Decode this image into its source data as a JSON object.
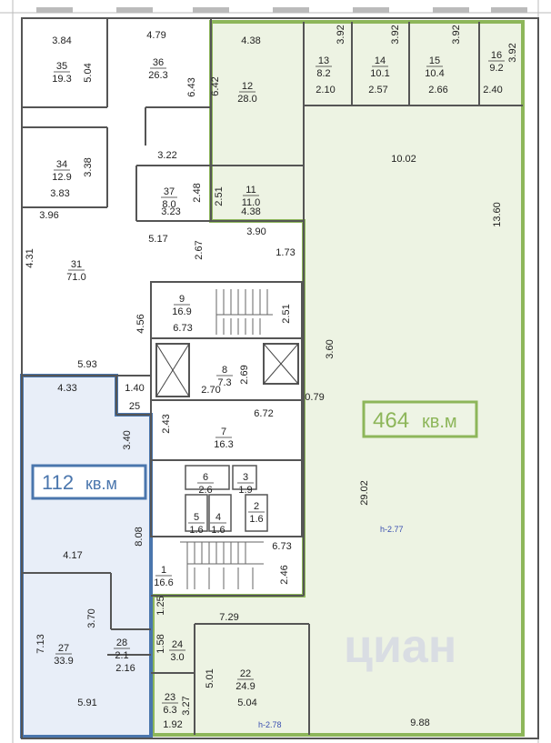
{
  "colors": {
    "green": "#8db65a",
    "green_fill": "#edf3e3",
    "blue": "#4a76ad",
    "blue_fill": "#e8eef8",
    "wall": "#555555"
  },
  "badges": {
    "green_total": "464",
    "green_unit": "кв.м",
    "blue_total": "112",
    "blue_unit": "кв.м"
  },
  "watermark": "циан",
  "rooms": [
    {
      "num": "35",
      "area": "19.3"
    },
    {
      "num": "36",
      "area": "26.3"
    },
    {
      "num": "12",
      "area": "28.0"
    },
    {
      "num": "13",
      "area": "8.2"
    },
    {
      "num": "14",
      "area": "10.1"
    },
    {
      "num": "15",
      "area": "10.4"
    },
    {
      "num": "16",
      "area": "9.2"
    },
    {
      "num": "34",
      "area": "12.9"
    },
    {
      "num": "37",
      "area": "8.0"
    },
    {
      "num": "11",
      "area": "11.0"
    },
    {
      "num": "31",
      "area": "71.0"
    },
    {
      "num": "9",
      "area": "16.9"
    },
    {
      "num": "8",
      "area": "7.3"
    },
    {
      "num": "7",
      "area": "16.3"
    },
    {
      "num": "6",
      "area": "2.6"
    },
    {
      "num": "3",
      "area": "1.9"
    },
    {
      "num": "5",
      "area": "1.6"
    },
    {
      "num": "4",
      "area": "1.6"
    },
    {
      "num": "2",
      "area": "1.6"
    },
    {
      "num": "1",
      "area": "16.6"
    },
    {
      "num": "27",
      "area": "33.9"
    },
    {
      "num": "28",
      "area": "2.1"
    },
    {
      "num": "24",
      "area": "3.0"
    },
    {
      "num": "22",
      "area": "24.9"
    },
    {
      "num": "23",
      "area": "6.3"
    },
    {
      "num": "25",
      "area": ""
    }
  ],
  "dims": [
    "3.84",
    "5.04",
    "4.79",
    "6.43",
    "4.38",
    "6.42",
    "3.92",
    "3.92",
    "3.92",
    "3.92",
    "2.10",
    "2.57",
    "2.66",
    "2.40",
    "3.38",
    "3.83",
    "3.22",
    "2.48",
    "3.23",
    "2.51",
    "4.38",
    "10.02",
    "13.60",
    "3.96",
    "3.90",
    "4.31",
    "5.17",
    "2.67",
    "1.73",
    "2.51",
    "6.73",
    "4.56",
    "3.60",
    "5.93",
    "2.70",
    "2.69",
    "0.79",
    "4.33",
    "1.40",
    "2.43",
    "6.72",
    "3.40",
    "29.02",
    "8.08",
    "4.17",
    "6.73",
    "2.46",
    "1.25",
    "7.29",
    "3.70",
    "1.58",
    "7.13",
    "2.16",
    "5.01",
    "5.04",
    "3.27",
    "5.91",
    "1.92",
    "9.88"
  ],
  "heights": [
    "h-2.77",
    "h-2.78"
  ]
}
